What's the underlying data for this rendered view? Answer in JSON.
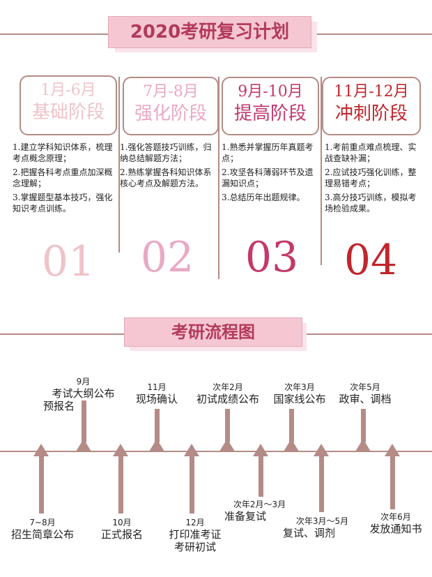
{
  "header": {
    "title": "2020考研复习计划"
  },
  "phases": [
    {
      "range": "1月-6月",
      "name": "基础阶段",
      "number": "01",
      "color": "#efc3c8",
      "items": [
        "1.建立学科知识体系，梳理考点概念原理；",
        "2.把握各科考点重点加深概念理解；",
        "3.掌握题型基本技巧，强化知识考点训练。"
      ]
    },
    {
      "range": "7月-8月",
      "name": "强化阶段",
      "number": "02",
      "color": "#e9a9c2",
      "items": [
        "1.强化答题技巧训练，归纳总结解题方法；",
        "2.熟练掌握各科知识体系核心考点及解题方法。"
      ]
    },
    {
      "range": "9月-10月",
      "name": "提高阶段",
      "number": "03",
      "color": "#c3396b",
      "items": [
        "1.熟悉并掌握历年真题考点；",
        "2.攻坚各科薄弱环节及遗漏知识点；",
        "3.总结历年出题规律。"
      ]
    },
    {
      "range": "11月-12月",
      "name": "冲刺阶段",
      "number": "04",
      "color": "#c0262c",
      "items": [
        "1.考前重点难点梳理、实战查缺补漏；",
        "2.应试技巧强化训练，整理易错考点；",
        "3.高分技巧训练，模拟考场检验成果。"
      ]
    }
  ],
  "flow": {
    "title": "考研流程图",
    "top": [
      {
        "time": "9月",
        "text1": "考试大纲公布",
        "text2": "预报名"
      },
      {
        "time": "11月",
        "text1": "现场确认",
        "text2": ""
      },
      {
        "time": "次年2月",
        "text1": "初试成绩公布",
        "text2": ""
      },
      {
        "time": "次年3月",
        "text1": "国家线公布",
        "text2": ""
      },
      {
        "time": "次年5月",
        "text1": "政审、调档",
        "text2": ""
      }
    ],
    "bottom": [
      {
        "time": "7~8月",
        "text1": "招生简章公布",
        "text2": ""
      },
      {
        "time": "10月",
        "text1": "正式报名",
        "text2": ""
      },
      {
        "time": "12月",
        "text1": "打印准考证",
        "text2": "考研初试"
      },
      {
        "time": "次年2月～3月",
        "text1": "准备复试",
        "text2": ""
      },
      {
        "time": "次年3月～5月",
        "text1": "复试、调剂",
        "text2": ""
      },
      {
        "time": "次年6月",
        "text1": "发放通知书",
        "text2": ""
      }
    ]
  }
}
